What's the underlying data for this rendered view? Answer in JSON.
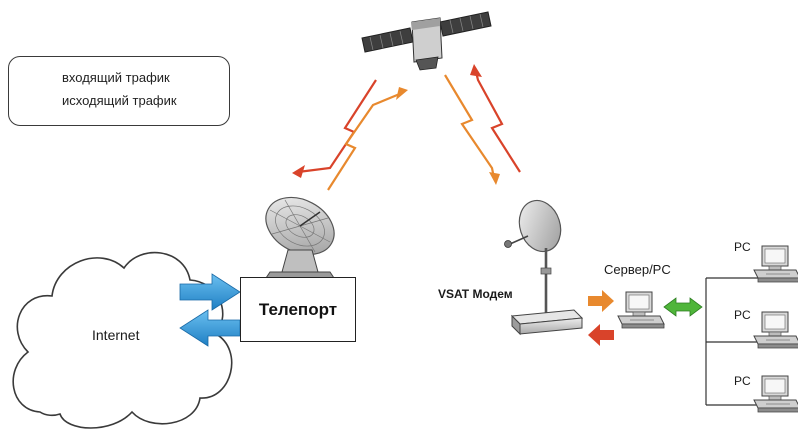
{
  "legend": {
    "incoming_label": "входящий трафик",
    "outgoing_label": "исходящий трафик"
  },
  "nodes": {
    "teleport_label": "Телепорт",
    "internet_label": "Internet",
    "modem_label": "VSAT Модем",
    "server_label": "Сервер/PC",
    "pc_labels": [
      "PC",
      "PC",
      "PC"
    ]
  },
  "colors": {
    "incoming": "#e8892e",
    "outgoing": "#d9432a",
    "internet_link": "#2b8fd6",
    "lan_link": "#4fb53a"
  }
}
